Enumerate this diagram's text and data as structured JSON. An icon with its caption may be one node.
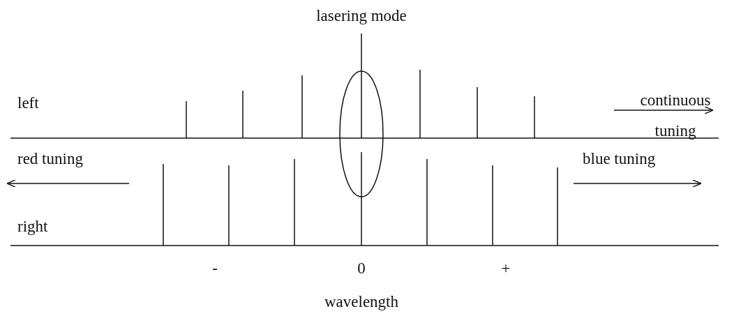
{
  "diagram": {
    "labels": [
      "lasering mode",
      "left",
      "continuous tuning",
      "red tuning",
      "blue tuning",
      "right",
      "-",
      "0",
      "+",
      "wavelength"
    ]
  }
}
